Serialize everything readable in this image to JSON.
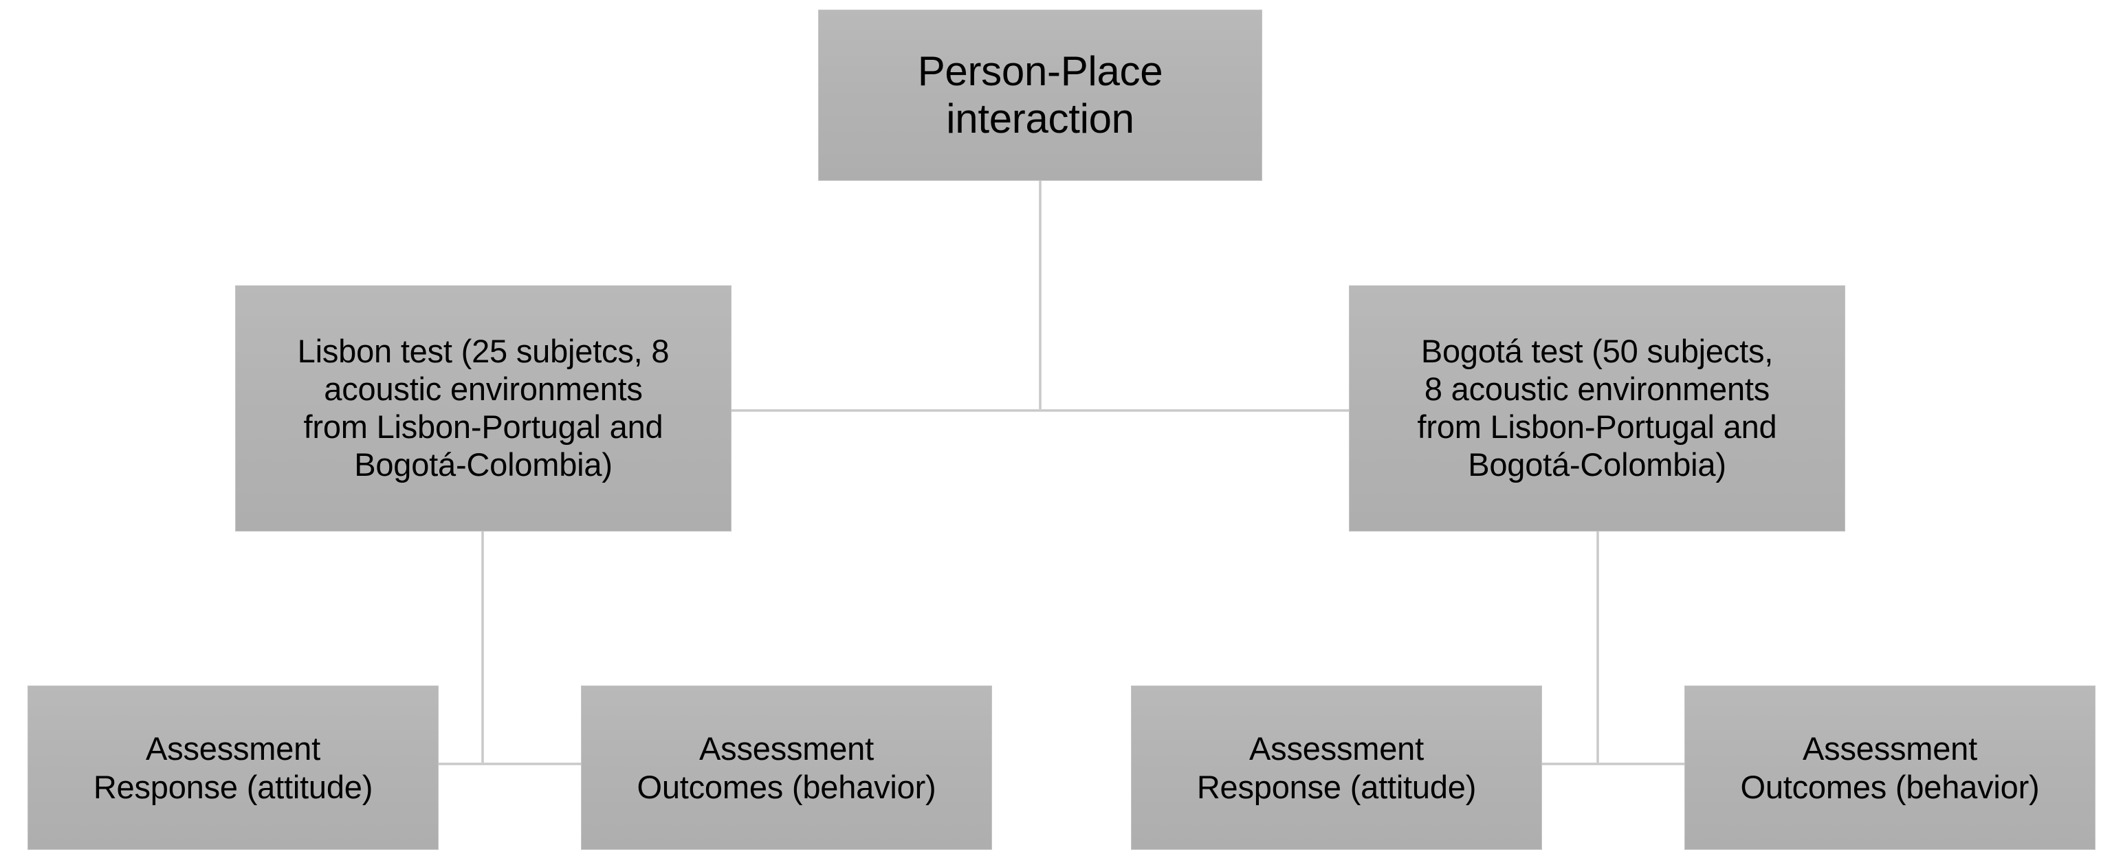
{
  "diagram": {
    "title_node": {
      "label": "Person-Place\ninteraction"
    },
    "branches": [
      {
        "id": "lisbon-test",
        "label": "Lisbon test (25 subjetcs, 8\nacoustic environments\nfrom Lisbon-Portugal and\nBogotá-Colombia)"
      },
      {
        "id": "bogota-test",
        "label": "Bogotá test (50 subjects,\n8 acoustic environments\nfrom Lisbon-Portugal and\nBogotá-Colombia)"
      }
    ],
    "leaves": [
      {
        "id": "lisbon-response",
        "label": "Assessment\nResponse (attitude)"
      },
      {
        "id": "lisbon-outcomes",
        "label": "Assessment\nOutcomes (behavior)"
      },
      {
        "id": "bogota-response",
        "label": "Assessment\nResponse (attitude)"
      },
      {
        "id": "bogota-outcomes",
        "label": "Assessment\nOutcomes (behavior)"
      }
    ],
    "colors": {
      "node_fill": "#b3b3b3",
      "node_border": "#c4c4c4",
      "connector": "#c9c9c9",
      "text": "#000000",
      "background": "#ffffff"
    }
  }
}
